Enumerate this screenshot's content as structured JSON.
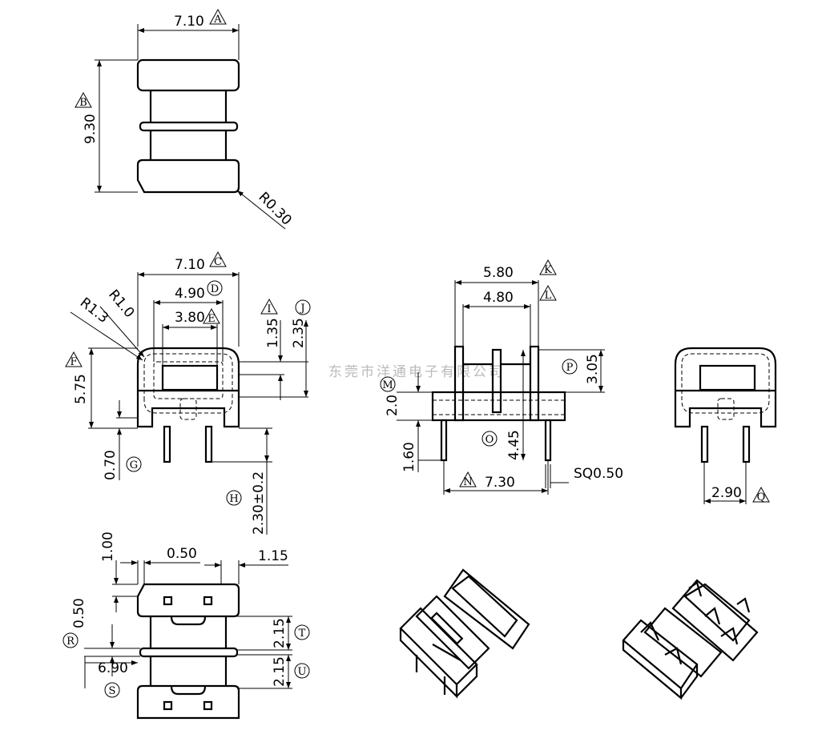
{
  "watermark": "东莞市洋通电子有限公司",
  "top_view": {
    "width": "7.10",
    "width_ref": "A",
    "height": "9.30",
    "height_ref": "B",
    "radius": "R0.30"
  },
  "front_view": {
    "width": "7.10",
    "width_ref": "C",
    "inner": "4.90",
    "inner_ref": "D",
    "window": "3.80",
    "window_ref": "E",
    "r1": "R1.0",
    "r2": "R1.3",
    "height": "5.75",
    "height_ref": "F",
    "d1": "1.35",
    "d1_ref": "I",
    "d2": "2.35",
    "d2_ref": "J",
    "standoff": "0.70",
    "standoff_ref": "G",
    "pin_len": "2.30±0.2",
    "pin_len_ref": "H"
  },
  "side_view": {
    "outer": "5.80",
    "outer_ref": "K",
    "inner": "4.80",
    "inner_ref": "L",
    "p": "3.05",
    "p_ref": "P",
    "m": "2.0",
    "m_ref": "M",
    "o": "4.45",
    "o_ref": "O",
    "pin_h": "1.60",
    "pitch": "7.30",
    "pitch_ref": "N",
    "pin_sq": "SQ0.50"
  },
  "right_view": {
    "pitch": "2.90",
    "pitch_ref": "Q"
  },
  "bottom_view": {
    "d100": "1.00",
    "d050a": "0.50",
    "d115": "1.15",
    "d050b": "0.50",
    "d050b_ref": "R",
    "t": "2.15",
    "t_ref": "T",
    "u": "2.15",
    "u_ref": "U",
    "width": "6.90",
    "width_ref": "S"
  }
}
